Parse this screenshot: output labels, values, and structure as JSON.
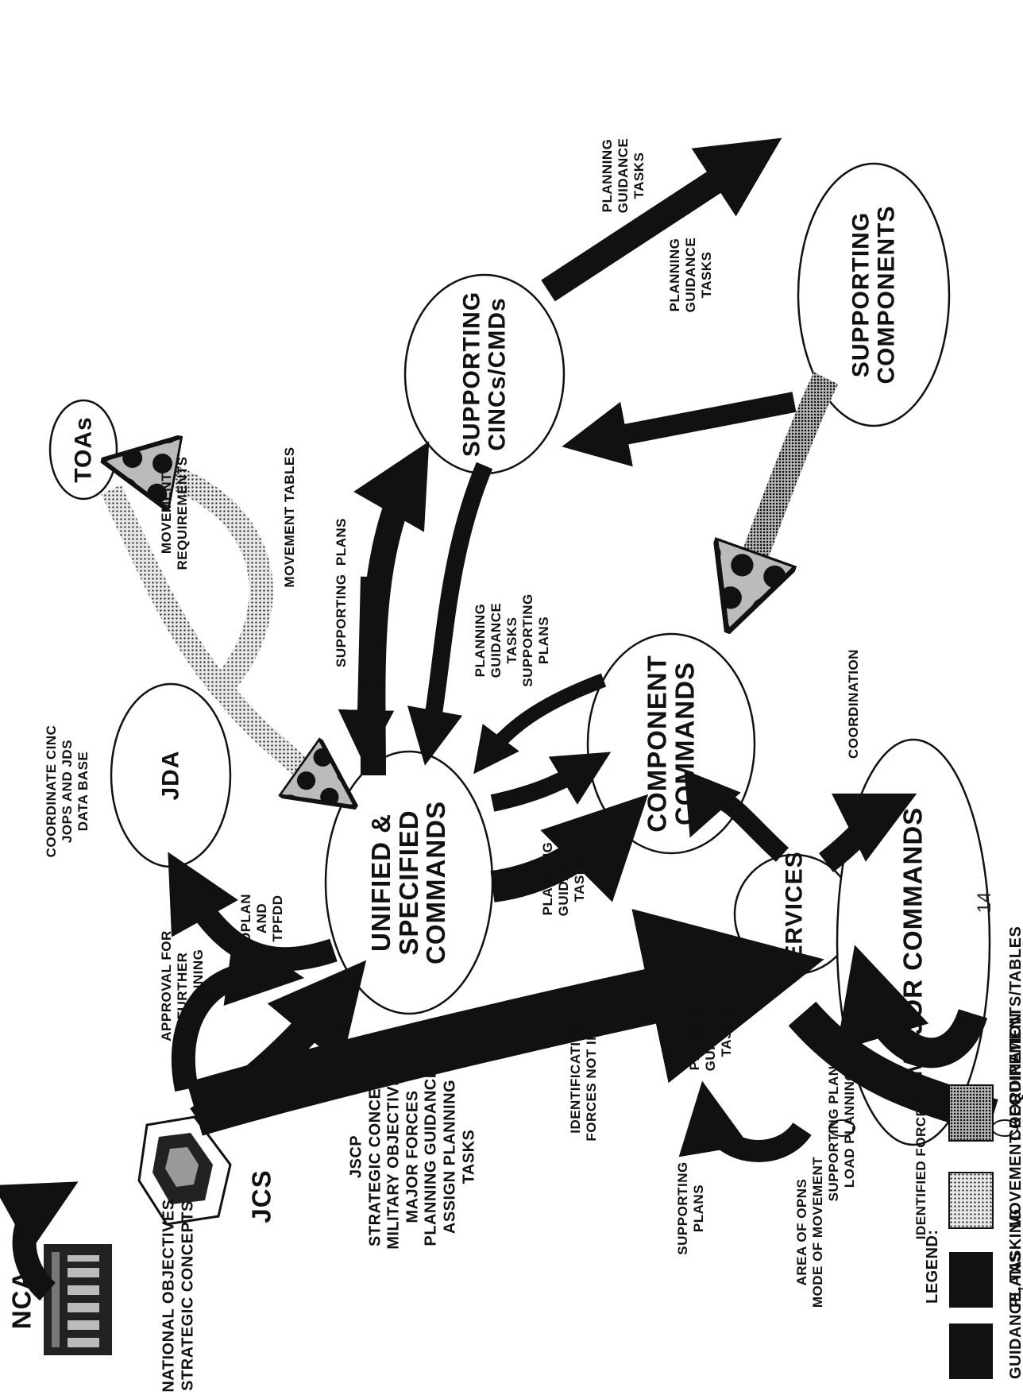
{
  "nodes": {
    "nca": "NCA",
    "jcs": "JCS",
    "jda": "JDA",
    "toas": "TOAs",
    "unified": "UNIFIED &\nSPECIFIED\nCOMMANDS",
    "services": "SERVICES",
    "major_commands": "MAJOR COMMANDS",
    "component_commands": "COMPONENT\nCOMMANDS",
    "supporting_cincs": "SUPPORTING\nCINCs/CMDs",
    "supporting_components": "SUPPORTING\nCOMPONENTS"
  },
  "labels": {
    "national_objectives": "NATIONAL OBJECTIVES\nSTRATEGIC CONCEPTS",
    "jscp_block": "JSCP\nSTRATEGIC CONCEPT\nMILITARY OBJECTIVES\nMAJOR FORCES\nPLANNING GUIDANCE\nASSIGN PLANNING\nTASKS",
    "approval": "APPROVAL FOR\nFURTHER\nPLANNING",
    "oplan": "OPLAN\nAND\nTPFDD",
    "coordinate_cinc": "COORDINATE CINC\nJOPS AND JDS\nDATA BASE",
    "movement_requirements": "MOVEMENT\nREQUIREMENTS",
    "movement_tables": "MOVEMENT TABLES",
    "supporting_plans_top": "SUPPORTING  PLANS",
    "planning_guidance_tasks_right_top": "PLANNING\nGUIDANCE\nTASKS",
    "planning_guidance_tasks_right_mid": "PLANNING\nGUIDANCE\nTASKS",
    "planning_guidance_tasks_mid": "PLANNING\nGUIDANCE\nTASKS\nSUPPORTING\nPLANS",
    "planning_guidance_tasks_center": "PLANNING\nGUIDANCE\nTASKS",
    "planning_guidance_tasks_services": "PLANNING\nGUIDANCE\nTASKS",
    "identification_forces": "IDENTIFICATION OF\nFORCES NOT IN JSCP",
    "coordination_right": "COORDINATION",
    "supporting_plans_load": "SUPPORTING PLANS\nLOAD PLANNING",
    "identified_forces": "IDENTIFIED FORCES",
    "supporting_plans_left": "SUPPORTING\nPLANS",
    "area_of_opns": "AREA OF OPNS\nMODE OF MOVEMENT"
  },
  "legend": {
    "title": "LEGEND:",
    "items": [
      {
        "label": "GUIDANCE, TASKING",
        "swatch": "solid"
      },
      {
        "label": "PLANS",
        "swatch": "solid"
      },
      {
        "label": "MOVEMENT REQUIREMENTS/TABLES",
        "swatch": "light-dots"
      },
      {
        "label": "COORDINATION",
        "swatch": "dense-dots"
      }
    ]
  },
  "page_number": "14",
  "colors": {
    "ink": "#111111",
    "paper": "#ffffff"
  }
}
